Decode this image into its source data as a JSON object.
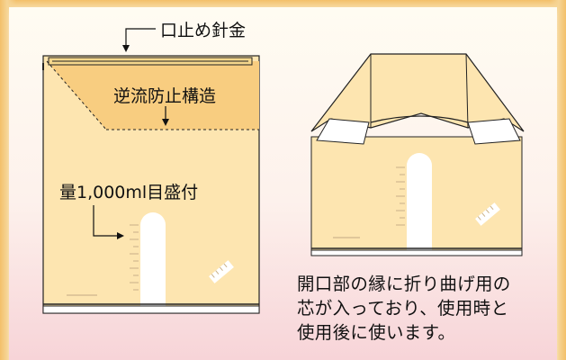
{
  "labels": {
    "wire": "口止め針金",
    "backflow": "逆流防止構造",
    "scale": "量1,000ml目盛付"
  },
  "description": "開口部の縁に折り曲げ用の\n芯が入っており、使用時と\n使用後に使います。",
  "colors": {
    "bag": "#fde5b0",
    "backflow_zone": "#f8cd80",
    "background_top": "#fffcf2",
    "background_bottom": "#f7d4d8",
    "frame": "#f3c06a"
  }
}
